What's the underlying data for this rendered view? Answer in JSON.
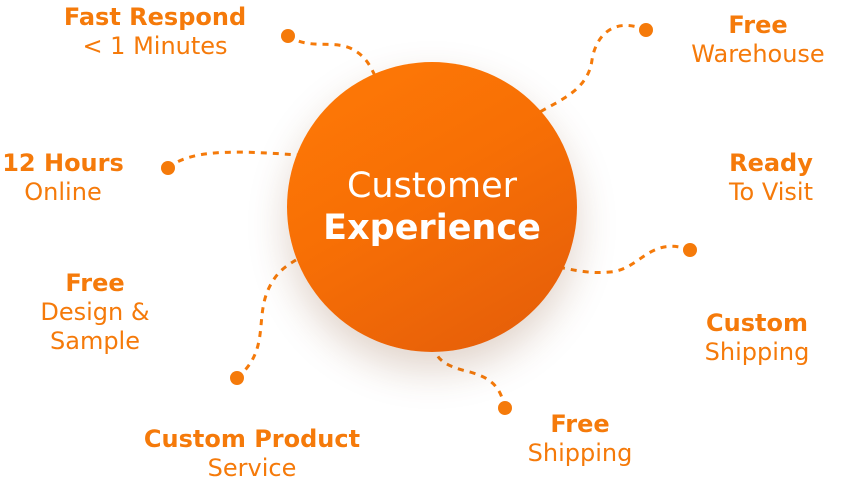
{
  "center": {
    "line1": "Customer",
    "line2": "Experience"
  },
  "items": [
    {
      "title": "Fast Respond",
      "lines": [
        "< 1 Minutes"
      ]
    },
    {
      "title": "Free",
      "lines": [
        "Warehouse"
      ]
    },
    {
      "title": "12 Hours",
      "lines": [
        "Online"
      ]
    },
    {
      "title": "Ready",
      "lines": [
        "To Visit"
      ]
    },
    {
      "title": "Free",
      "lines": [
        "Design &",
        "Sample"
      ]
    },
    {
      "title": "Custom",
      "lines": [
        "Shipping"
      ]
    },
    {
      "title": "Custom Product",
      "lines": [
        "Service"
      ]
    },
    {
      "title": "Free",
      "lines": [
        "Shipping"
      ]
    }
  ],
  "colors": {
    "accent": "#F57A0A",
    "hub": "#F76F05"
  }
}
